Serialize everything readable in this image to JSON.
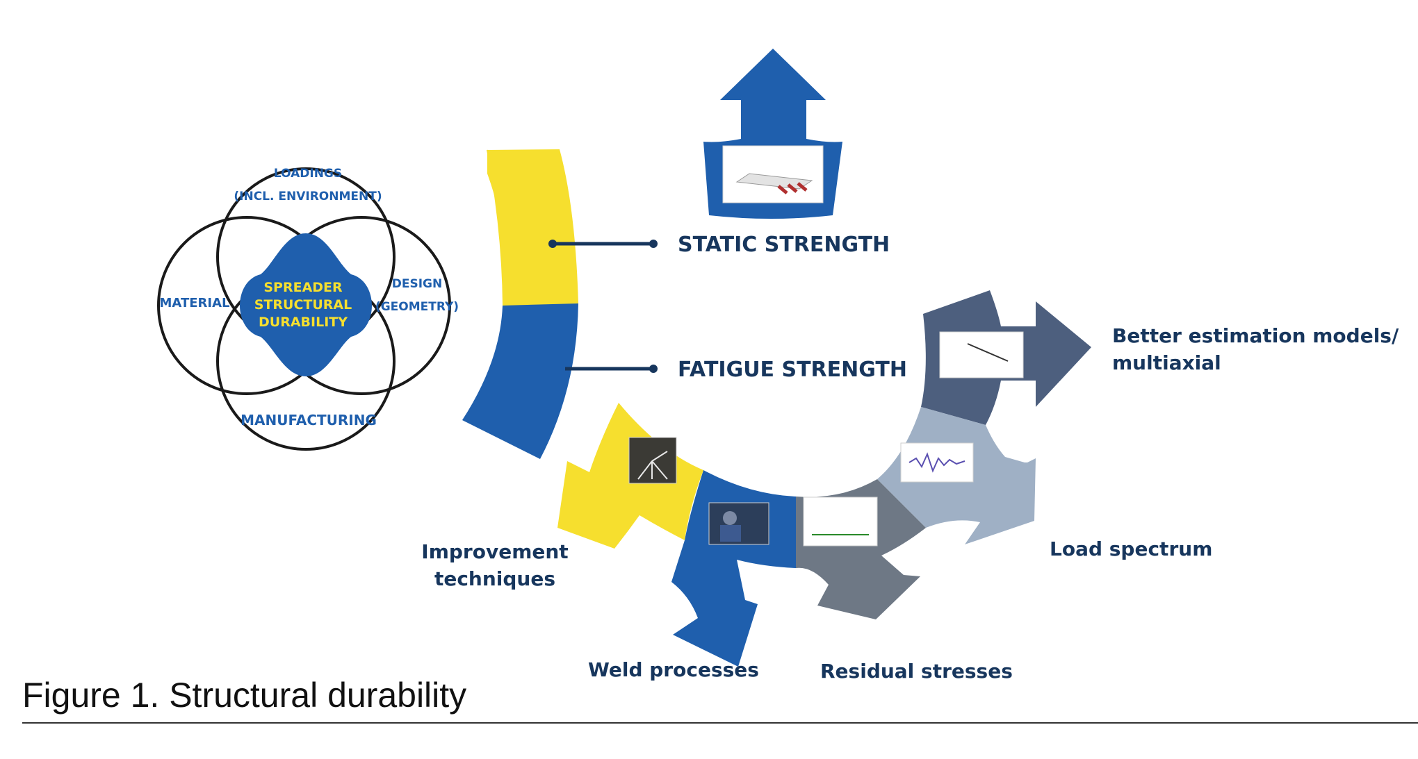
{
  "caption": "Figure 1. Structural durability",
  "venn": {
    "center_lines": [
      "SPREADER",
      "STRUCTURAL",
      "DURABILITY"
    ],
    "top_lines": [
      "LOADINGS",
      "(INCL. ENVIRONMENT)"
    ],
    "left_label": "MATERIAL",
    "right_lines": [
      "DESIGN",
      "(GEOMETRY)"
    ],
    "bottom_label": "MANUFACTURING"
  },
  "main_labels": {
    "static": "STATIC STRENGTH",
    "fatigue": "FATIGUE STRENGTH"
  },
  "arrow_labels": {
    "better": [
      "Better estimation models/",
      "multiaxial"
    ],
    "load": "Load spectrum",
    "residual": "Residual stresses",
    "weld": "Weld processes",
    "improvement": [
      "Improvement",
      "techniques"
    ]
  },
  "colors": {
    "navy": "#17365d",
    "blue": "#1f5fad",
    "yellow": "#f6df2e",
    "slate_dark": "#4d5f7e",
    "slate_light": "#9fb0c5",
    "gray": "#6e7885",
    "venn_text": "#1f5fad",
    "venn_center_text": "#f6df2e",
    "outline": "#1a1a1a"
  }
}
